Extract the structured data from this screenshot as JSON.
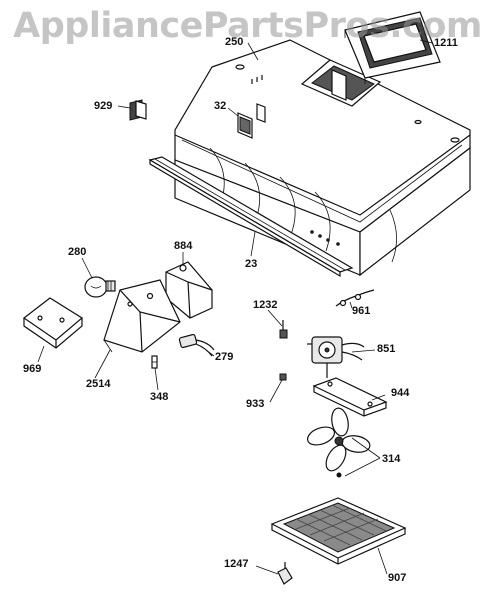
{
  "watermark": "AppliancePartsPros.com",
  "callouts": {
    "c250": "250",
    "c1211": "1211",
    "c929": "929",
    "c32": "32",
    "c23": "23",
    "c280": "280",
    "c884": "884",
    "c1232": "1232",
    "c961": "961",
    "c969": "969",
    "c2514": "2514",
    "c279": "279",
    "c851": "851",
    "c348": "348",
    "c933": "933",
    "c944": "944",
    "c314": "314",
    "c1247": "1247",
    "c907": "907"
  }
}
